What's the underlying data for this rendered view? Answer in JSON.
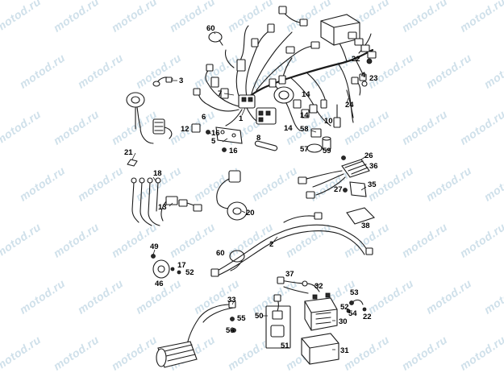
{
  "watermark": {
    "text": "motod.ru",
    "color": "#cfe0ea"
  },
  "callouts": [
    {
      "id": "c60a",
      "label": "60"
    },
    {
      "id": "c3",
      "label": "3"
    },
    {
      "id": "c7",
      "label": "7"
    },
    {
      "id": "c6",
      "label": "6"
    },
    {
      "id": "c1",
      "label": "1"
    },
    {
      "id": "c12",
      "label": "12"
    },
    {
      "id": "c16a",
      "label": "16"
    },
    {
      "id": "c5",
      "label": "5"
    },
    {
      "id": "c16b",
      "label": "16"
    },
    {
      "id": "c8",
      "label": "8"
    },
    {
      "id": "c14a",
      "label": "14"
    },
    {
      "id": "c14b",
      "label": "14"
    },
    {
      "id": "c14c",
      "label": "14"
    },
    {
      "id": "c58",
      "label": "58"
    },
    {
      "id": "c57",
      "label": "57"
    },
    {
      "id": "c59",
      "label": "59"
    },
    {
      "id": "c10",
      "label": "10"
    },
    {
      "id": "c22a",
      "label": "22"
    },
    {
      "id": "c4",
      "label": "4"
    },
    {
      "id": "c23",
      "label": "23"
    },
    {
      "id": "c24",
      "label": "24"
    },
    {
      "id": "c21",
      "label": "21"
    },
    {
      "id": "c18",
      "label": "18"
    },
    {
      "id": "c13",
      "label": "13"
    },
    {
      "id": "c20",
      "label": "20"
    },
    {
      "id": "c26",
      "label": "26"
    },
    {
      "id": "c36",
      "label": "36"
    },
    {
      "id": "c27",
      "label": "27"
    },
    {
      "id": "c35",
      "label": "35"
    },
    {
      "id": "c38",
      "label": "38"
    },
    {
      "id": "c2",
      "label": "2"
    },
    {
      "id": "c49",
      "label": "49"
    },
    {
      "id": "c60b",
      "label": "60"
    },
    {
      "id": "c17",
      "label": "17"
    },
    {
      "id": "c52a",
      "label": "52"
    },
    {
      "id": "c46",
      "label": "46"
    },
    {
      "id": "c37",
      "label": "37"
    },
    {
      "id": "c32",
      "label": "32"
    },
    {
      "id": "c33",
      "label": "33"
    },
    {
      "id": "c53",
      "label": "53"
    },
    {
      "id": "c52b",
      "label": "52"
    },
    {
      "id": "c54",
      "label": "54"
    },
    {
      "id": "c22b",
      "label": "22"
    },
    {
      "id": "c50",
      "label": "50"
    },
    {
      "id": "c55",
      "label": "55"
    },
    {
      "id": "c56",
      "label": "56"
    },
    {
      "id": "c30",
      "label": "30"
    },
    {
      "id": "c51",
      "label": "51"
    },
    {
      "id": "c31",
      "label": "31"
    }
  ]
}
